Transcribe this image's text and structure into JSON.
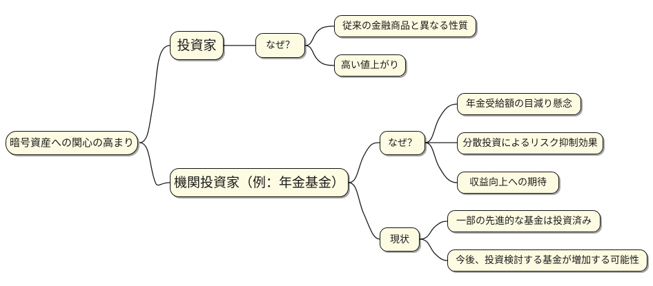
{
  "diagram": {
    "type": "mindmap",
    "title": "暗号資産への関心の高まり",
    "background_color": "#ffffff",
    "node_fill_color": "#fdfbe2",
    "node_border_color": "#111111",
    "connector_color": "#1a1a1a"
  },
  "nodes": {
    "root": "暗号資産への関心の高まり",
    "investor": "投資家",
    "investor_why": "なぜ？",
    "investor_why_reason_1": "従来の金融商品と異なる性質",
    "investor_why_reason_2": "高い値上がり",
    "institutional": "機関投資家（例：年金基金）",
    "institutional_why": "なぜ？",
    "institutional_why_reason_1": "年金受給額の目減り懸念",
    "institutional_why_reason_2": "分散投資によるリスク抑制効果",
    "institutional_why_reason_3": "収益向上への期待",
    "institutional_status": "現状",
    "institutional_status_item_1": "一部の先進的な基金は投資済み",
    "institutional_status_item_2": "今後、投資検討する基金が増加する可能性"
  }
}
